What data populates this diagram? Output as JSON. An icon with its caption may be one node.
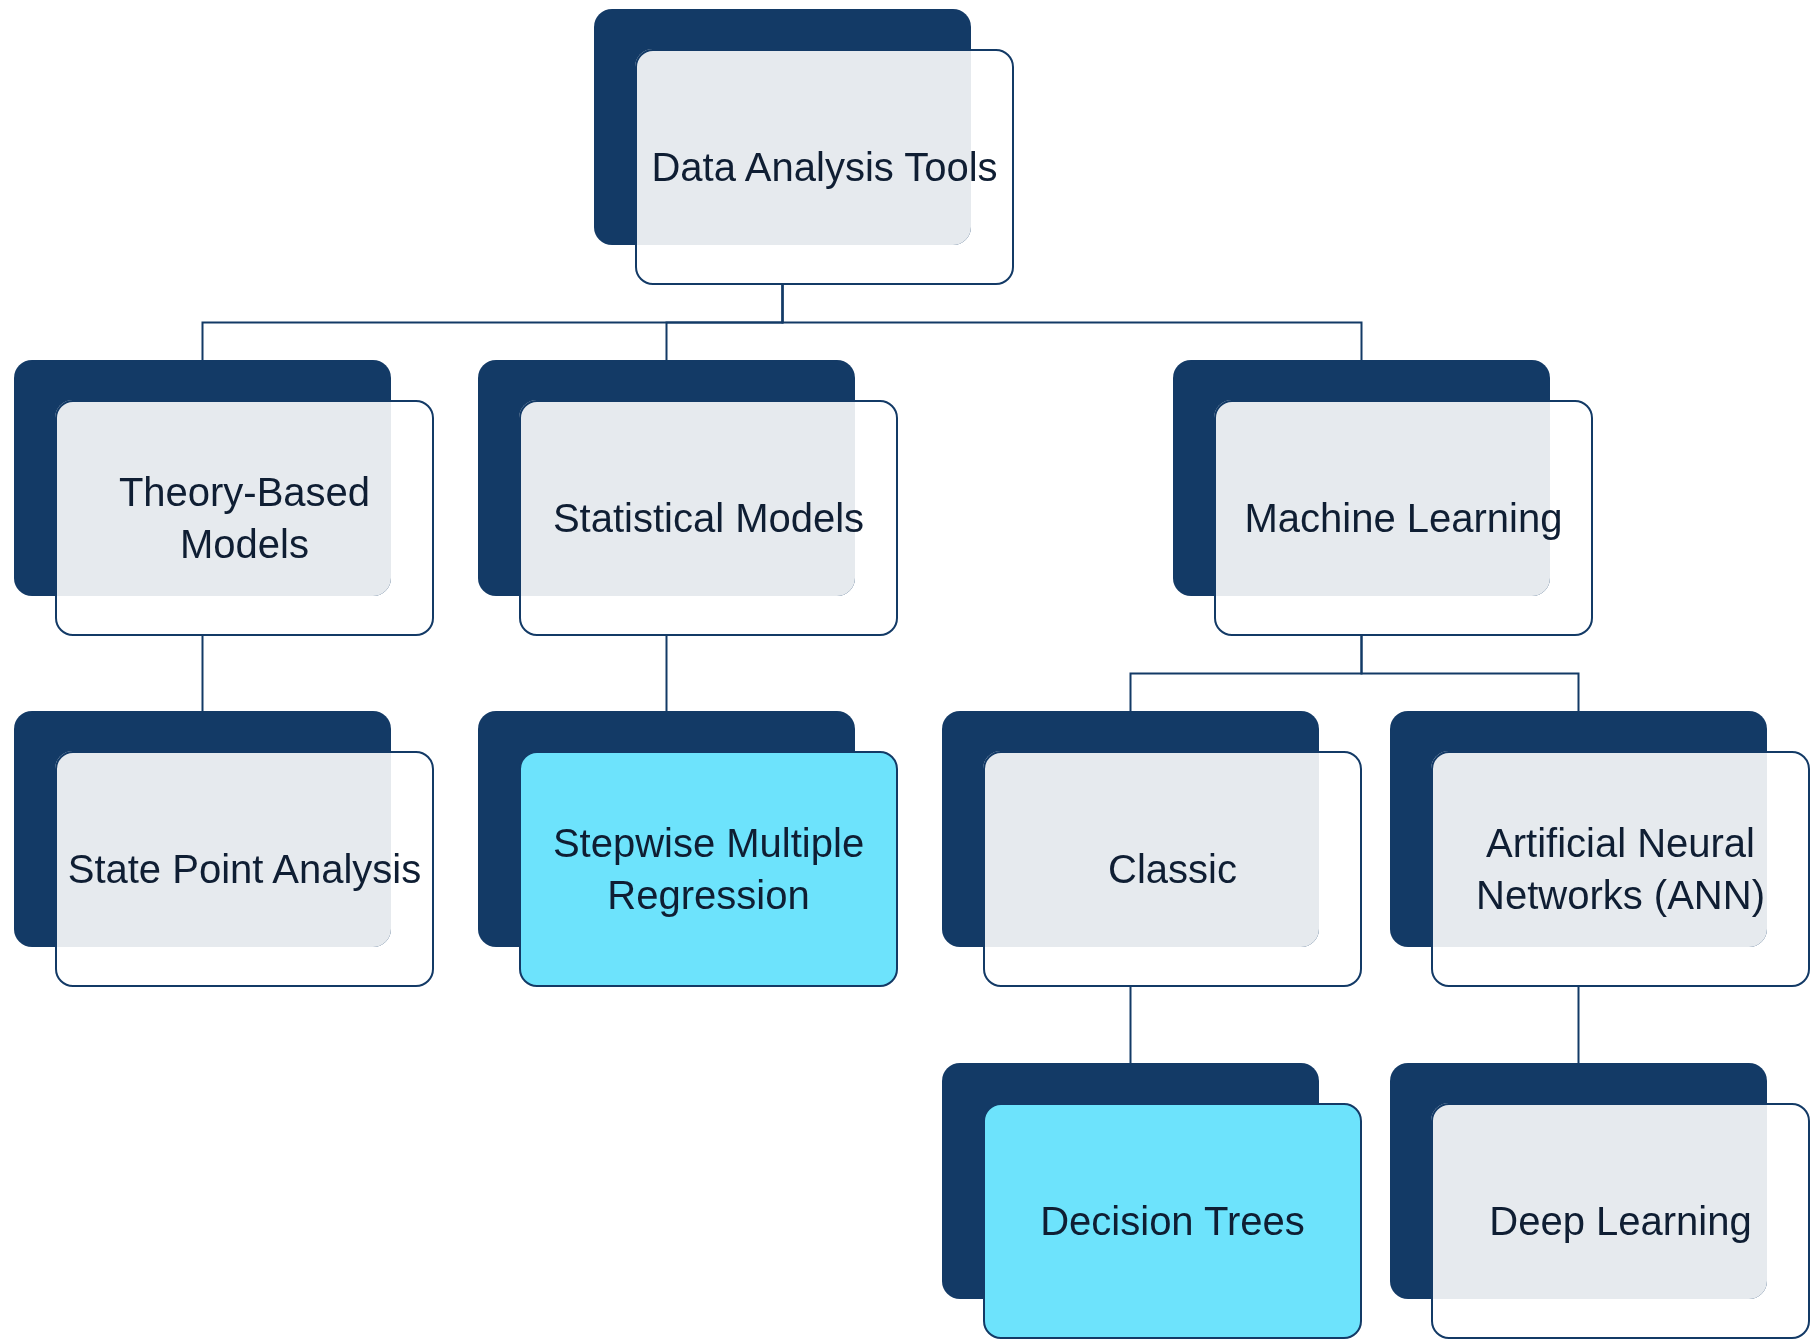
{
  "diagram": {
    "nodes": [
      {
        "text": [
          "Data Analysis Tools"
        ]
      },
      {
        "text": [
          "Theory-Based Models"
        ]
      },
      {
        "text": [
          "Statistical Models"
        ]
      },
      {
        "text": [
          "Machine Learning"
        ]
      },
      {
        "text": [
          "State Point Analysis"
        ]
      },
      {
        "text": [
          "Stepwise Multiple Regression"
        ]
      },
      {
        "text": [
          "Classic"
        ]
      },
      {
        "text": [
          "Artificial Neural Networks (ANN)"
        ]
      },
      {
        "text": [
          "Decision Trees"
        ]
      },
      {
        "text": [
          "Deep Learning"
        ]
      }
    ],
    "edges": [
      {
        "from": 0,
        "to": 1,
        "arrow": "none"
      },
      {
        "from": 0,
        "to": 2,
        "arrow": "none"
      },
      {
        "from": 0,
        "to": 3,
        "arrow": "none"
      },
      {
        "from": 1,
        "to": 4,
        "arrow": "none"
      },
      {
        "from": 2,
        "to": 5,
        "arrow": "none"
      },
      {
        "from": 3,
        "to": 6,
        "arrow": "none"
      },
      {
        "from": 3,
        "to": 7,
        "arrow": "none"
      },
      {
        "from": 6,
        "to": 8,
        "arrow": "none"
      },
      {
        "from": 7,
        "to": 9,
        "arrow": "none"
      }
    ]
  }
}
